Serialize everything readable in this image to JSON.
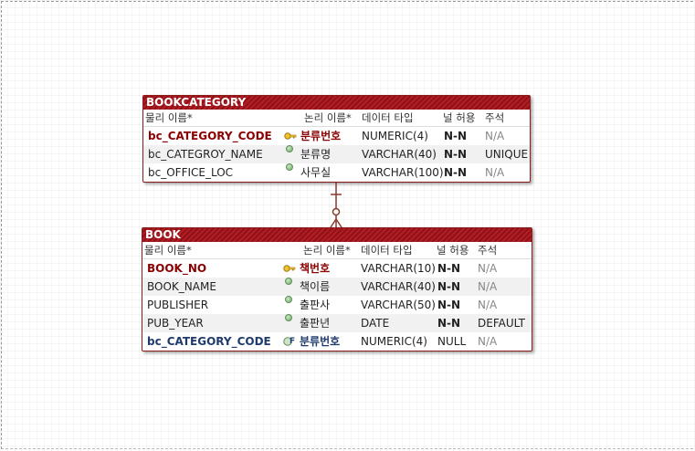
{
  "headers": {
    "physical": "물리 이름*",
    "logical": "논리 이름*",
    "datatype": "데이터 타입",
    "nullable": "널 허용",
    "comment": "주석"
  },
  "entities": {
    "bookcategory": {
      "title": "BOOKCATEGORY",
      "rows": [
        {
          "physical": "bc_CATEGORY_CODE",
          "logical": "분류번호",
          "type": "NUMERIC(4)",
          "null": "N-N",
          "comment": "N/A",
          "kind": "pk"
        },
        {
          "physical": "bc_CATEGROY_NAME",
          "logical": "분류명",
          "type": "VARCHAR(40)",
          "null": "N-N",
          "comment": "UNIQUE",
          "kind": "attr"
        },
        {
          "physical": "bc_OFFICE_LOC",
          "logical": "사무실",
          "type": "VARCHAR(100)",
          "null": "N-N",
          "comment": "N/A",
          "kind": "attr"
        }
      ]
    },
    "book": {
      "title": "BOOK",
      "rows": [
        {
          "physical": "BOOK_NO",
          "logical": "책번호",
          "type": "VARCHAR(10)",
          "null": "N-N",
          "comment": "N/A",
          "kind": "pk"
        },
        {
          "physical": "BOOK_NAME",
          "logical": "책이름",
          "type": "VARCHAR(40)",
          "null": "N-N",
          "comment": "N/A",
          "kind": "attr"
        },
        {
          "physical": "PUBLISHER",
          "logical": "출판사",
          "type": "VARCHAR(50)",
          "null": "N-N",
          "comment": "N/A",
          "kind": "attr"
        },
        {
          "physical": "PUB_YEAR",
          "logical": "출판년",
          "type": "DATE",
          "null": "N-N",
          "comment": "DEFAULT",
          "kind": "attr"
        },
        {
          "physical": "bc_CATEGORY_CODE",
          "logical": "분류번호",
          "type": "NUMERIC(4)",
          "null": "NULL",
          "comment": "N/A",
          "kind": "fk"
        }
      ]
    }
  },
  "colors": {
    "header": "#b31e24",
    "pk": "#8b0000",
    "fk": "#1f3b6e",
    "relationship": "#8b3a2a"
  },
  "icons": {
    "pk": "key-icon",
    "attr": "attribute-dot-icon",
    "fk": "foreign-key-icon"
  }
}
